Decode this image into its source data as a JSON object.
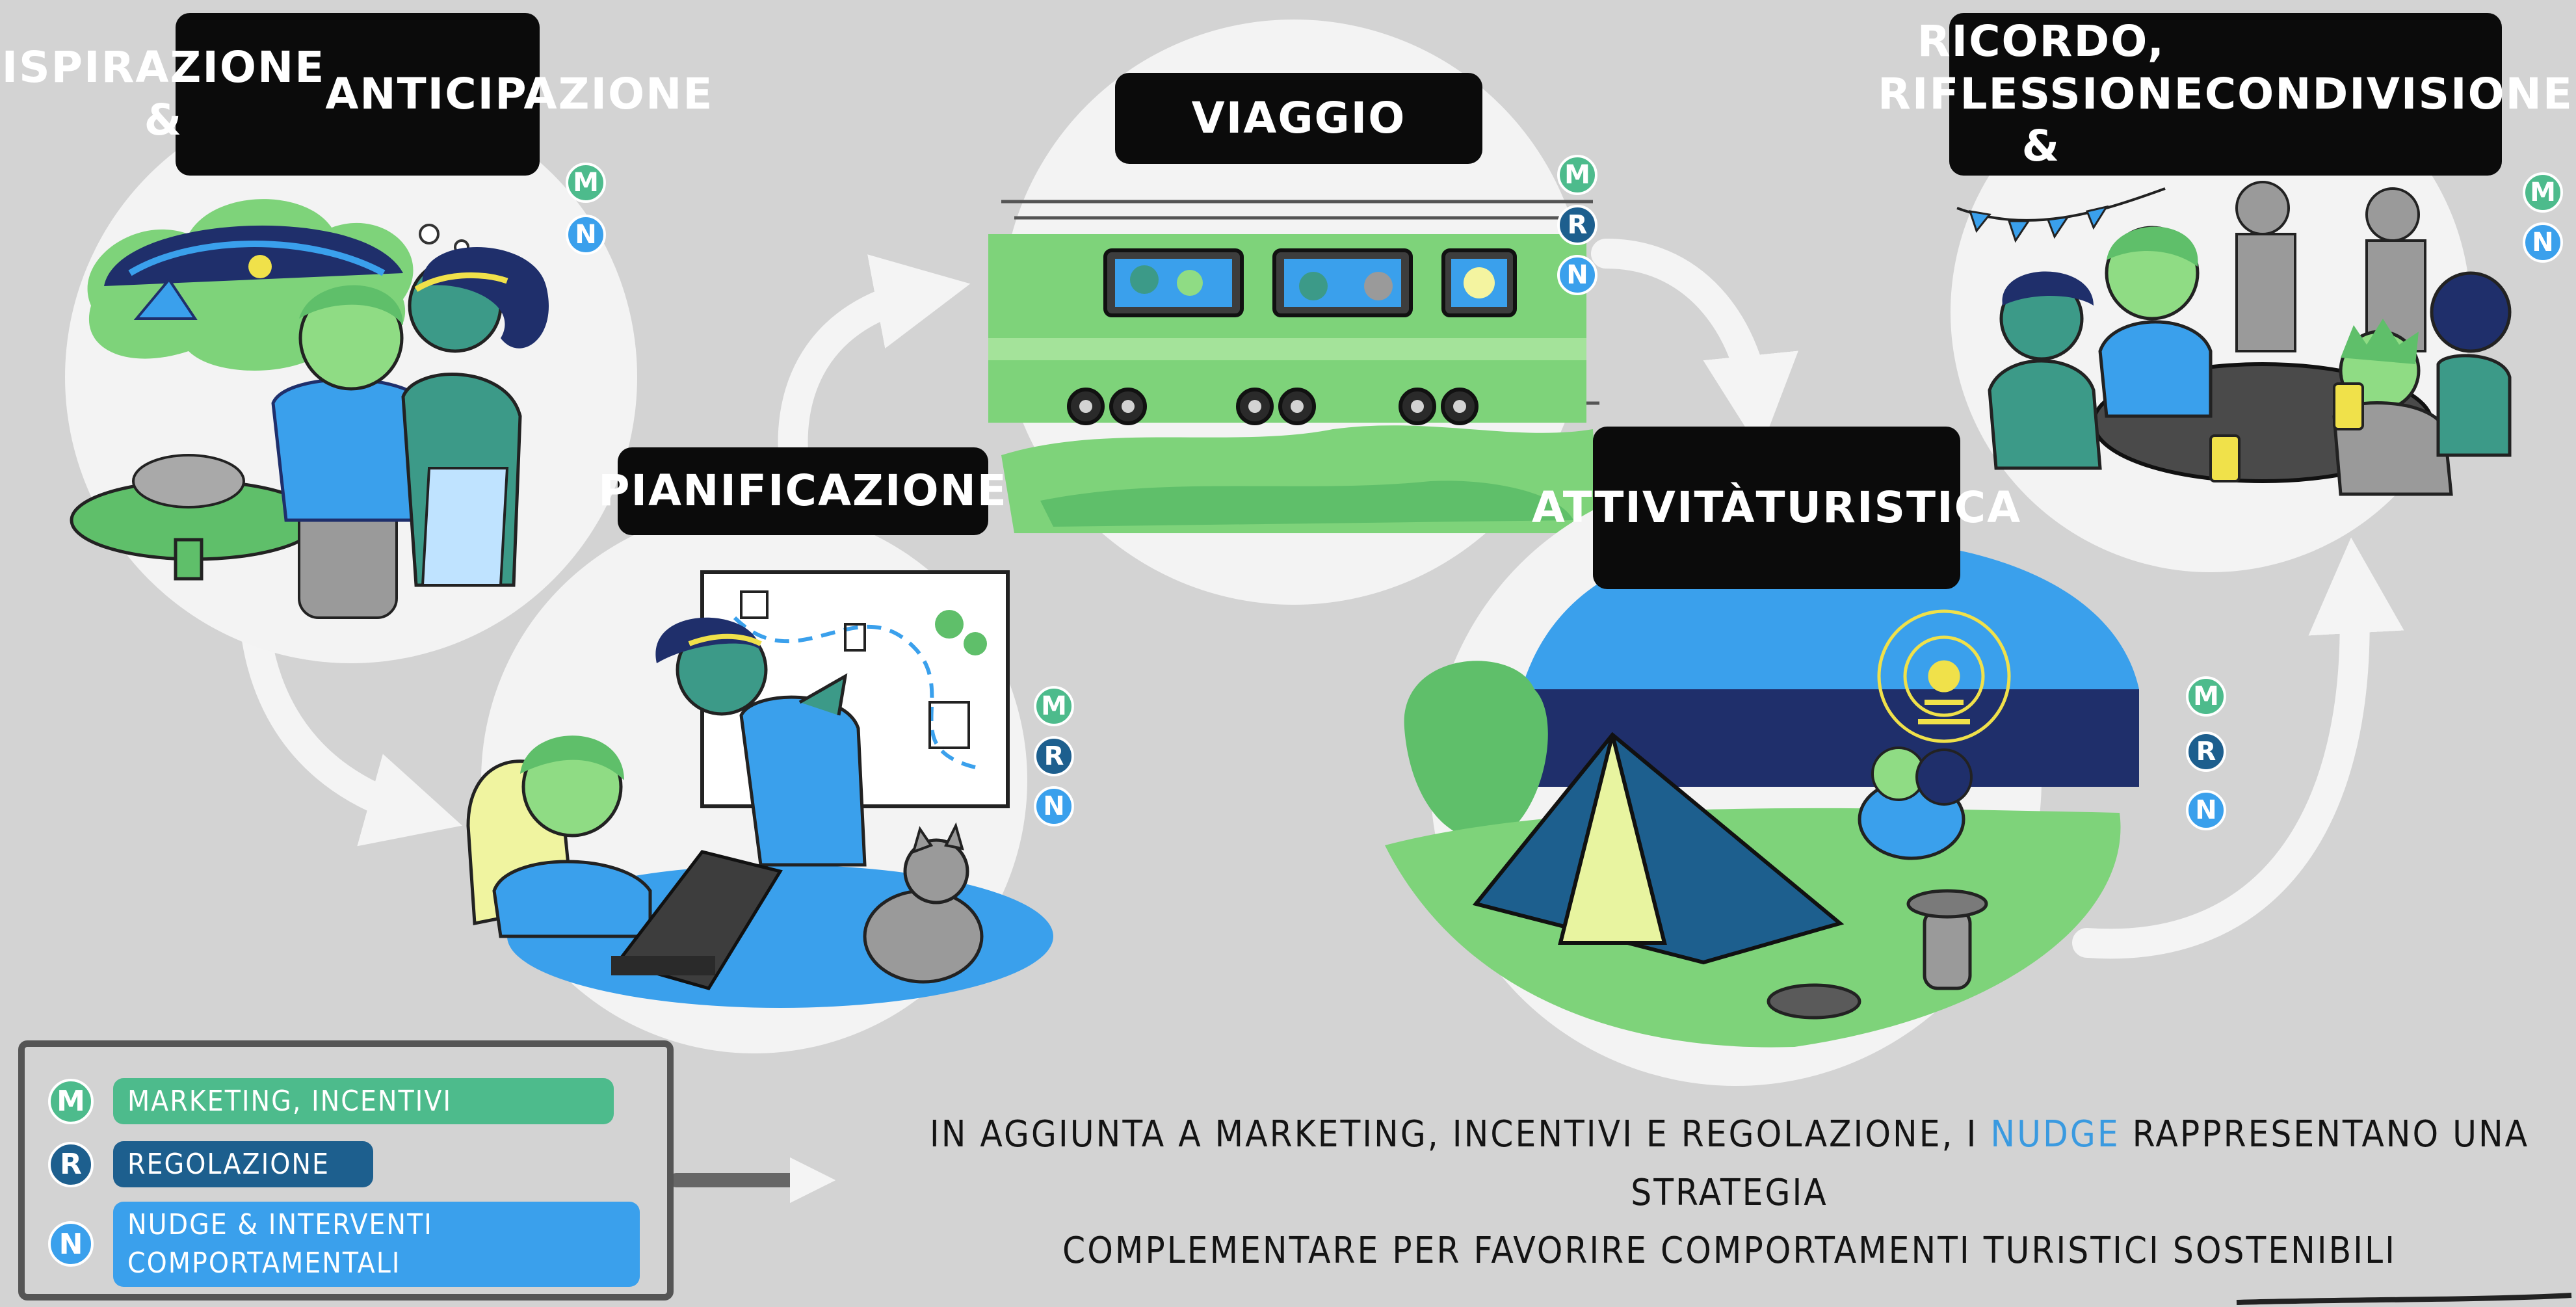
{
  "stages": [
    {
      "id": "ispirazione",
      "title_lines": [
        "ISPIRAZIONE &",
        "ANTICIPAZIONE"
      ],
      "badges": [
        "M",
        "N"
      ]
    },
    {
      "id": "pianificazione",
      "title_lines": [
        "PIANIFICAZIONE"
      ],
      "badges": [
        "M",
        "R",
        "N"
      ]
    },
    {
      "id": "viaggio",
      "title_lines": [
        "VIAGGIO"
      ],
      "badges": [
        "M",
        "R",
        "N"
      ]
    },
    {
      "id": "attivita",
      "title_lines": [
        "ATTIVITÀ",
        "TURISTICA"
      ],
      "badges": [
        "M",
        "R",
        "N"
      ]
    },
    {
      "id": "ricordo",
      "title_lines": [
        "RICORDO, RIFLESSIONE &",
        "CONDIVISIONE"
      ],
      "badges": [
        "M",
        "N"
      ]
    }
  ],
  "legend": {
    "items": [
      {
        "letter": "M",
        "lines": [
          "MARKETING, INCENTIVI"
        ],
        "color": "#4dbb8c"
      },
      {
        "letter": "R",
        "lines": [
          "REGOLAZIONE"
        ],
        "color": "#1d5f8e"
      },
      {
        "letter": "N",
        "lines": [
          "NUDGE & INTERVENTI",
          "COMPORTAMENTALI"
        ],
        "color": "#3aa0ec"
      }
    ]
  },
  "caption": {
    "line1_before": "IN AGGIUNTA A MARKETING, INCENTIVI E REGOLAZIONE, I ",
    "line1_highlight": "NUDGE",
    "line1_after": " RAPPRESENTANO UNA STRATEGIA",
    "line2": "COMPLEMENTARE PER FAVORIRE COMPORTAMENTI TURISTICI SOSTENIBILI"
  },
  "colors": {
    "background": "#d3d3d3",
    "green": "#7ed37a",
    "teal": "#3c9a88",
    "blue": "#3aa0ec",
    "navy": "#1d5f8e",
    "dark_navy": "#1f2f6b",
    "arrow_white": "#f4f4f4"
  }
}
